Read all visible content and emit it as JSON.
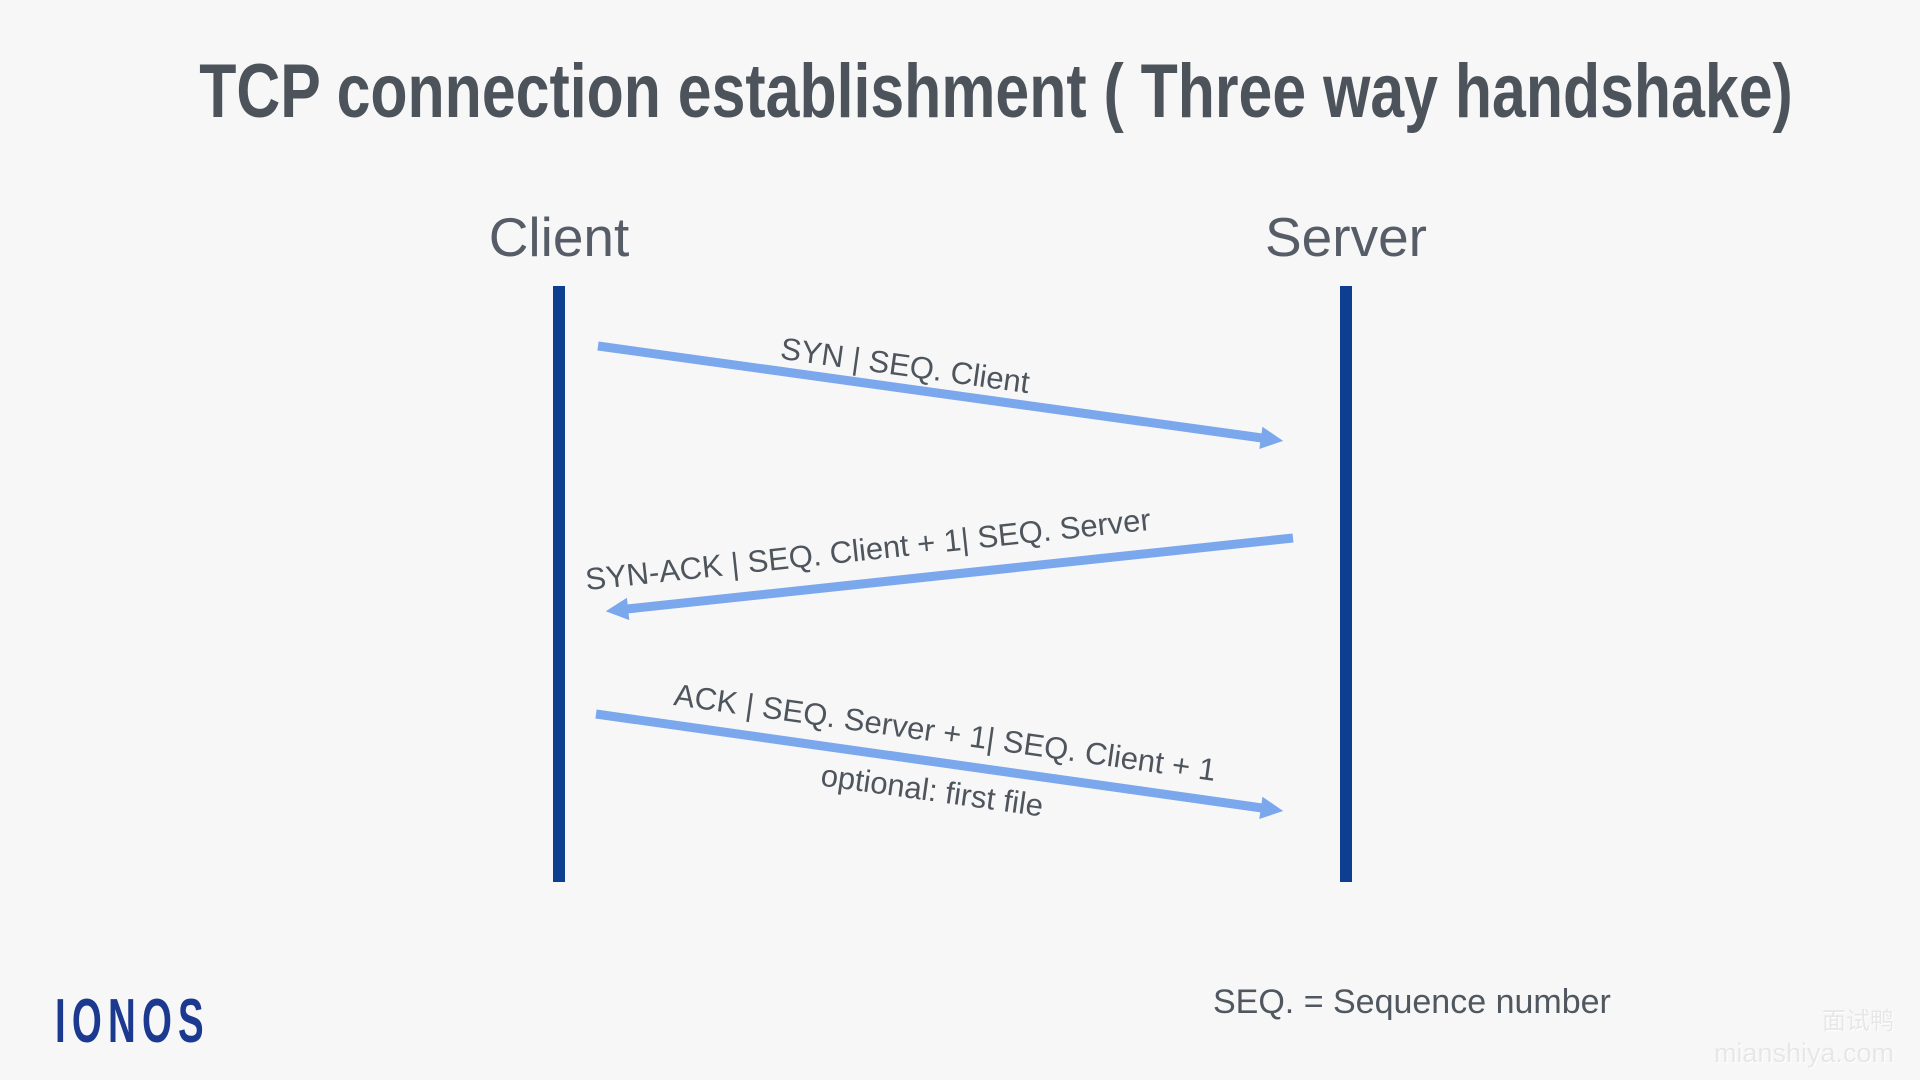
{
  "title": "TCP connection establishment ( Three way handshake)",
  "actors": {
    "client": "Client",
    "server": "Server"
  },
  "messages": [
    {
      "from": "client",
      "to": "server",
      "label": "SYN | SEQ. Client"
    },
    {
      "from": "server",
      "to": "client",
      "label": "SYN-ACK | SEQ. Client + 1| SEQ. Server"
    },
    {
      "from": "client",
      "to": "server",
      "label": "ACK | SEQ. Server + 1| SEQ. Client + 1",
      "note": "optional: first file"
    }
  ],
  "footer": {
    "logo": "IONOS",
    "legend": "SEQ. = Sequence number"
  },
  "watermark": {
    "line1": "面试鸭",
    "line2": "mianshiya.com"
  },
  "colors": {
    "background": "#f7f7f8",
    "lifeline": "#0d3e90",
    "arrow": "#7ba7ed",
    "title_text": "#4c535a",
    "label_text": "#565d66",
    "message_text": "#4e555d",
    "logo_blue": "#1b3a8f",
    "watermark_gray": "#e7e7e7"
  }
}
